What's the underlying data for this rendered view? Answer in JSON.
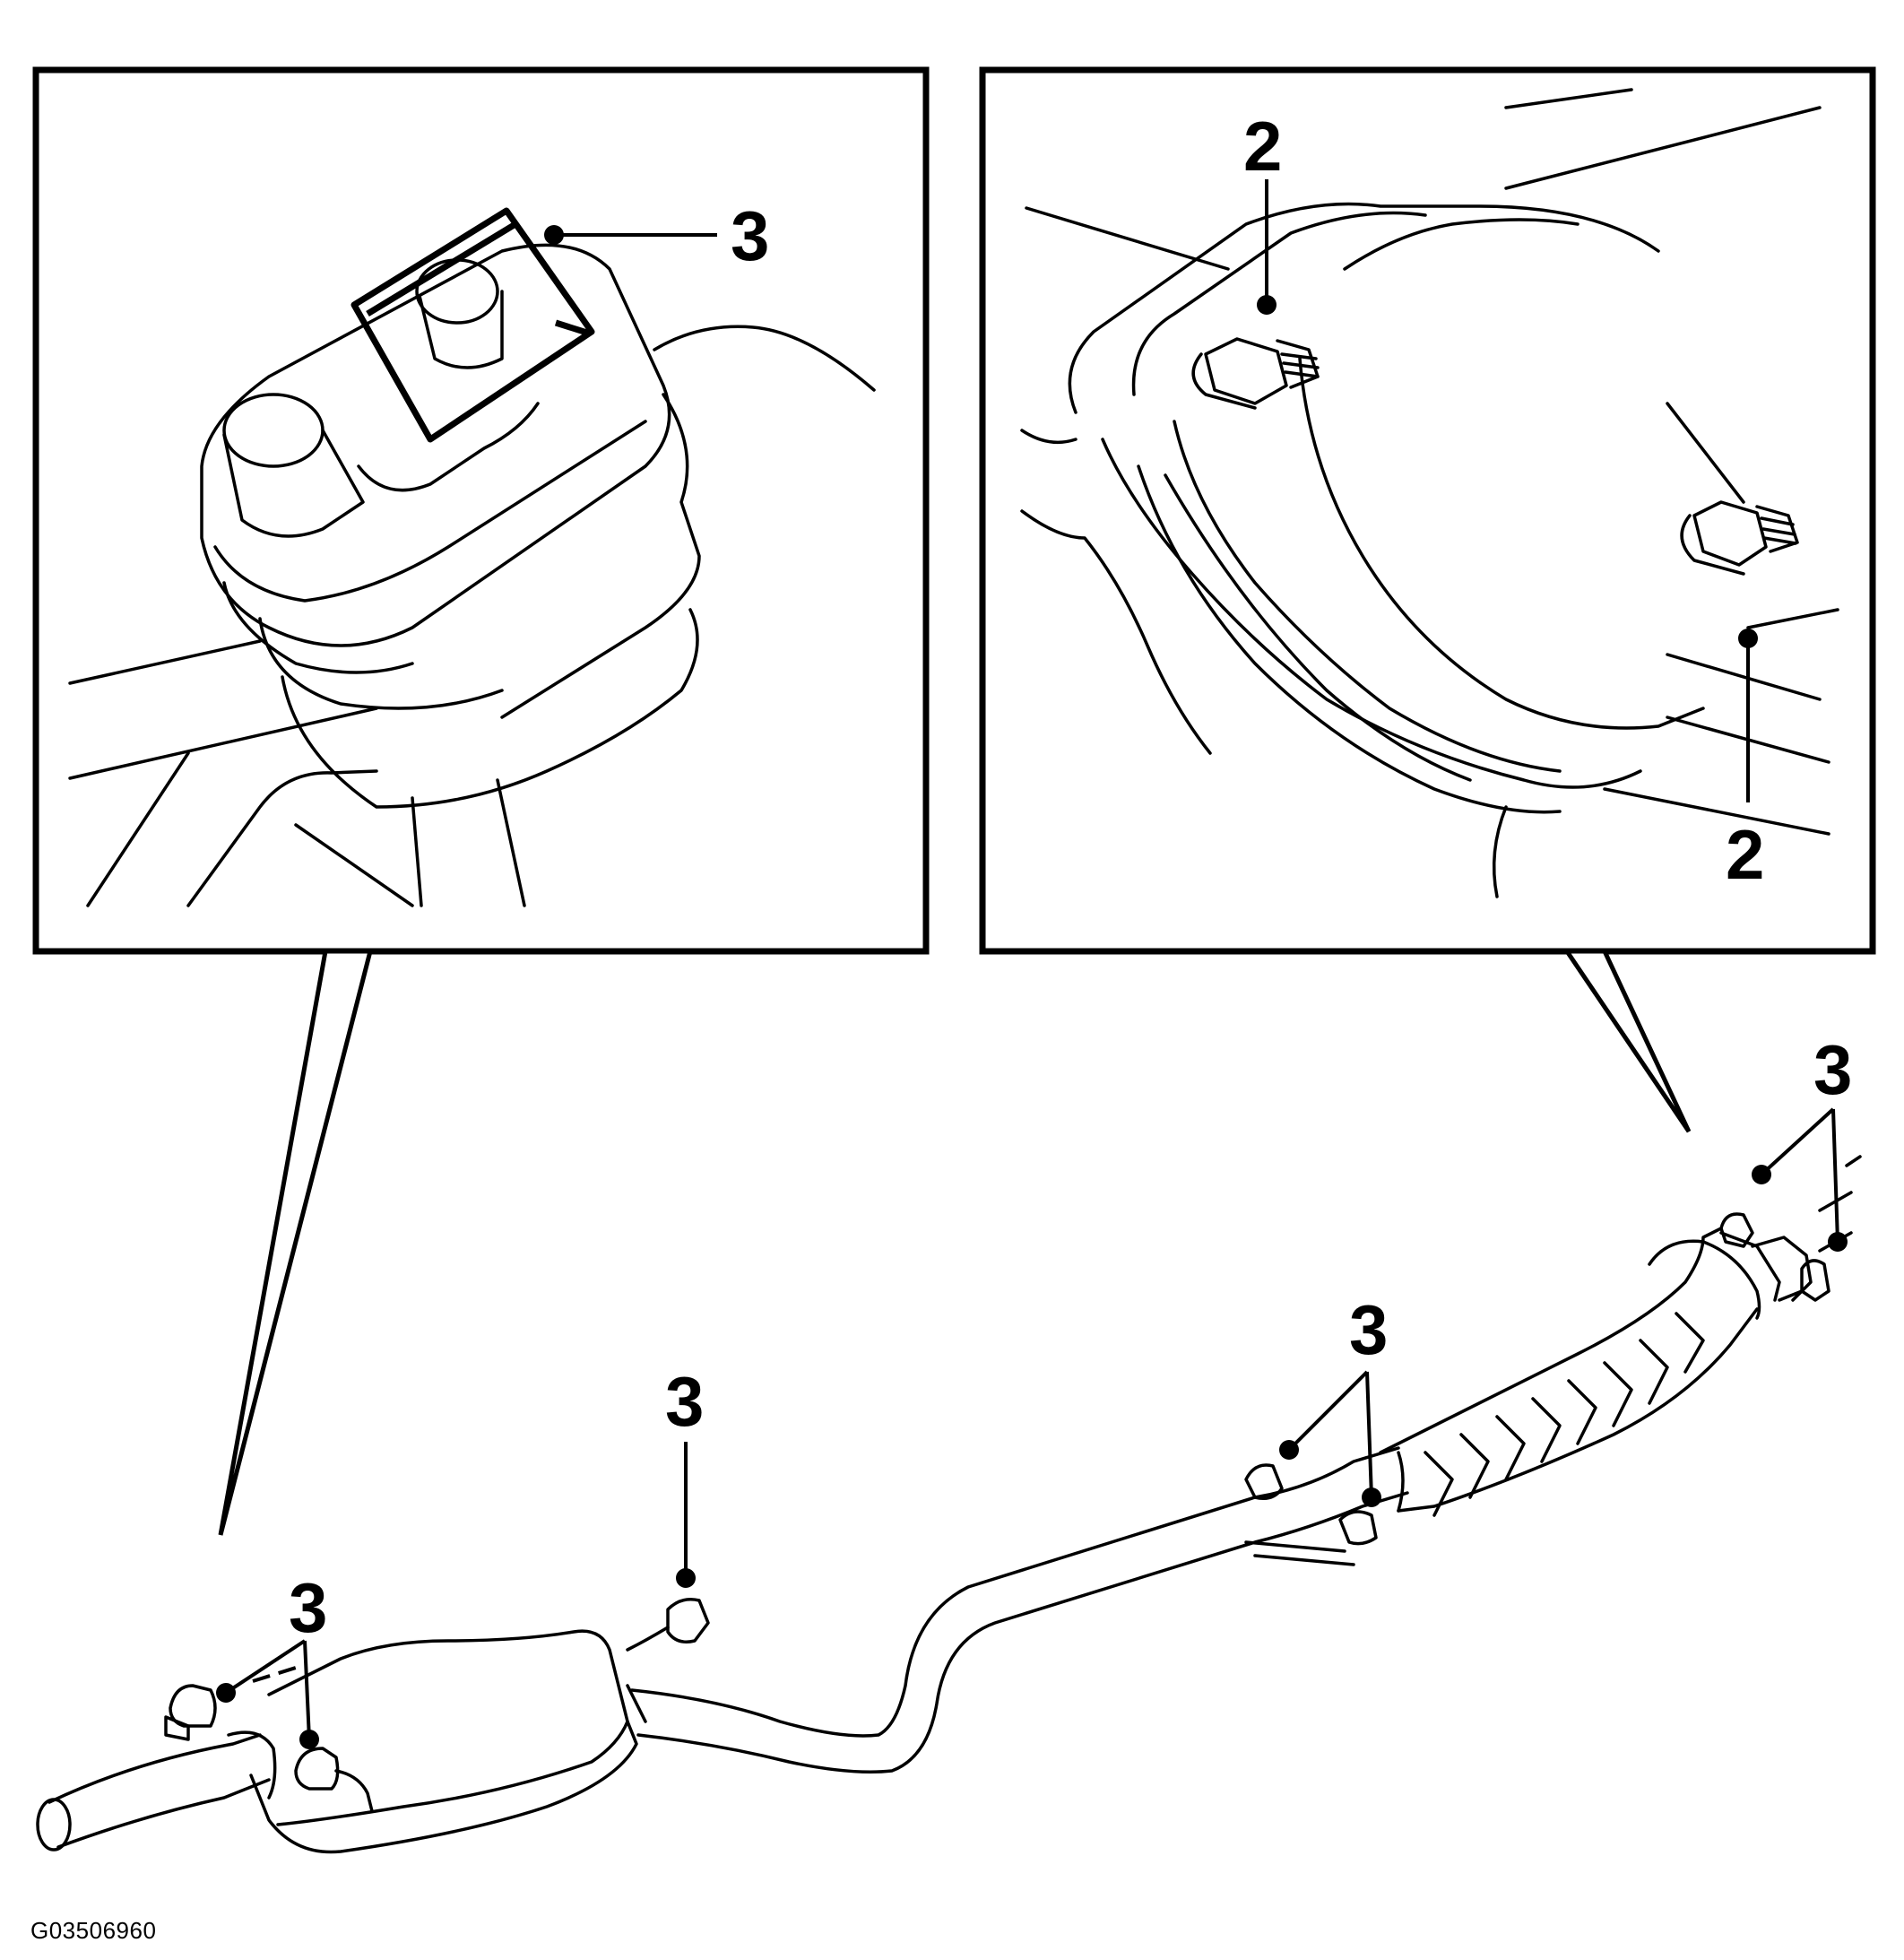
{
  "diagram": {
    "figure_id": "G03506960",
    "callouts": {
      "left_inset_hanger": "3",
      "right_inset_nut_top": "2",
      "right_inset_nut_bottom": "2",
      "front_hangers": "3",
      "catalytic_hangers": "3",
      "mid_hanger": "3",
      "rear_hangers": "3"
    }
  }
}
